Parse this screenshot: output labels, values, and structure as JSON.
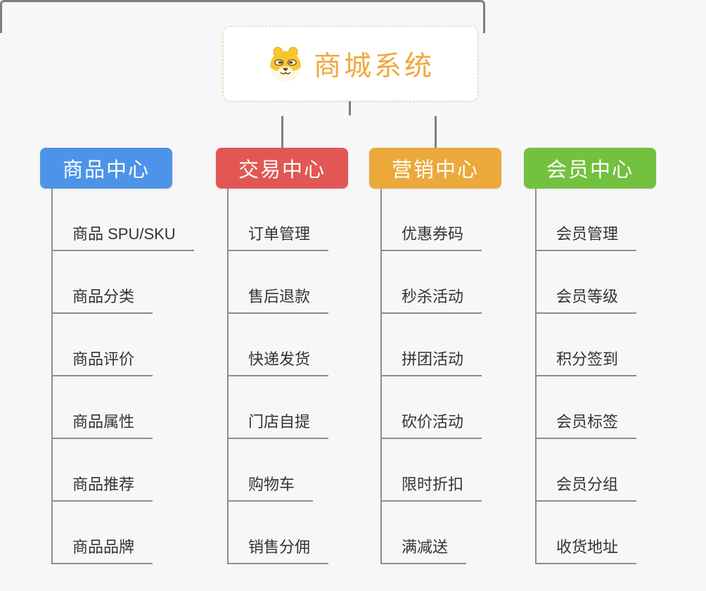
{
  "root": {
    "title": "商城系统",
    "icon": "shiba-dog-icon"
  },
  "colors": {
    "background": "#F7F7F7",
    "root_text": "#F0A83B",
    "root_border": "#F3CE92",
    "connector_line": "#7E7E7E",
    "leaf_line": "#8E8E8E",
    "leaf_text": "#333333"
  },
  "branches": [
    {
      "label": "商品中心",
      "color": "#4D93E8",
      "children": [
        "商品 SPU/SKU",
        "商品分类",
        "商品评价",
        "商品属性",
        "商品推荐",
        "商品品牌"
      ]
    },
    {
      "label": "交易中心",
      "color": "#E25754",
      "children": [
        "订单管理",
        "售后退款",
        "快递发货",
        "门店自提",
        "购物车",
        "销售分佣"
      ]
    },
    {
      "label": "营销中心",
      "color": "#EBA93C",
      "children": [
        "优惠券码",
        "秒杀活动",
        "拼团活动",
        "砍价活动",
        "限时折扣",
        "满减送"
      ]
    },
    {
      "label": "会员中心",
      "color": "#72C13F",
      "children": [
        "会员管理",
        "会员等级",
        "积分签到",
        "会员标签",
        "会员分组",
        "收货地址"
      ]
    }
  ]
}
